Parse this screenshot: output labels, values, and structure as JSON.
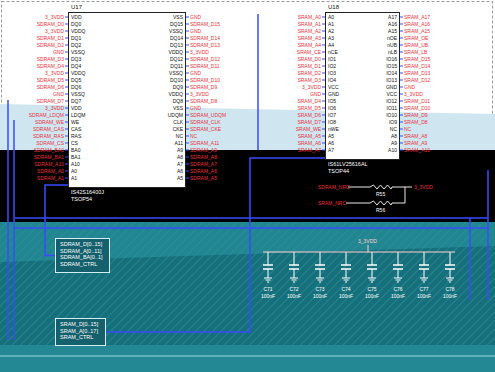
{
  "diagram": {
    "nodes": [
      {
        "text": [
          "U17",
          "IS42S16400J",
          "TSOP54"
        ]
      },
      {
        "text": [
          "U18",
          "IS61LV25616AL",
          "TSOP44"
        ]
      },
      {
        "text": [
          "SDRAM_D[0..15]",
          "SDRAM_A[0..11]",
          "SDRAM_BA[0..1]",
          "SDRAM_CTRL"
        ]
      },
      {
        "text": [
          "SRAM_D[0..15]",
          "SRAM_A[0..17]",
          "SRAM_CTRL"
        ]
      }
    ],
    "edges": [
      {
        "from": 0,
        "to": 2,
        "arrow": "none"
      },
      {
        "from": 1,
        "to": 3,
        "arrow": "none"
      }
    ],
    "labels": [
      "3_3VDD",
      "SDRAM_D0",
      "3_3VDD",
      "SDRAM_D1",
      "SDRAM_D2",
      "GND",
      "SDRAM_D3",
      "SDRAM_D4",
      "3_3VDD",
      "SDRAM_D5",
      "SDRAM_D6",
      "GND",
      "SDRAM_D7",
      "3_3VDD",
      "SDRAM_LDQM",
      "SDRAM_WE",
      "SDRAM_CAS",
      "SDRAM_RAS",
      "SDRAM_CS",
      "SDRAM_BA0",
      "SDRAM_BA1",
      "SDRAM_A10",
      "SDRAM_A0",
      "SDRAM_A1",
      "VDD",
      "DQ0",
      "VDDQ",
      "DQ1",
      "DQ2",
      "VSSQ",
      "DQ3",
      "DQ4",
      "VDDQ",
      "DQ5",
      "DQ6",
      "VSSQ",
      "DQ7",
      "VDD",
      "LDQM",
      "WE",
      "CAS",
      "RAS",
      "CS",
      "BA0",
      "BA1",
      "A10",
      "A0",
      "A1",
      "VSS",
      "DQ15",
      "VSSQ",
      "DQ14",
      "DQ13",
      "VDDQ",
      "DQ12",
      "DQ11",
      "VSSQ",
      "DQ10",
      "DQ9",
      "VDDQ",
      "DQ8",
      "VSS",
      "UDQM",
      "CLK",
      "CKE",
      "NC",
      "A11",
      "A9",
      "A8",
      "A7",
      "A6",
      "A5",
      "GND",
      "SDRAM_D15",
      "GND",
      "SDRAM_D14",
      "SDRAM_D13",
      "3_3VDD",
      "SDRAM_D12",
      "SDRAM_D11",
      "GND",
      "SDRAM_D10",
      "SDRAM_D9",
      "3_3VDD",
      "SDRAM_D8",
      "GND",
      "SDRAM_UDQM",
      "SDRAM_CLK",
      "SDRAM_CKE",
      "NC",
      "SDRAM_A11",
      "SDRAM_A9",
      "SDRAM_A8",
      "SDRAM_A7",
      "SDRAM_A6",
      "SDRAM_A5",
      "SRAM_A0",
      "SRAM_A1",
      "SRAM_A2",
      "SRAM_A3",
      "SRAM_A4",
      "SRAM_CE",
      "SRAM_D0",
      "SRAM_D1",
      "SRAM_D2",
      "SRAM_D3",
      "3_3VDD",
      "GND",
      "SRAM_D4",
      "SRAM_D5",
      "SRAM_D6",
      "SRAM_D7",
      "SRAM_WE",
      "SRAM_A5",
      "SRAM_A6",
      "SRAM_A7",
      "A0",
      "A1",
      "A2",
      "A3",
      "A4",
      "nCE",
      "IO1",
      "IO2",
      "IO3",
      "IO4",
      "VCC",
      "GND",
      "IO5",
      "IO6",
      "IO7",
      "IO8",
      "nWE",
      "A5",
      "A6",
      "A7",
      "A17",
      "A16",
      "A15",
      "nOE",
      "nUB",
      "nLB",
      "IO16",
      "IO15",
      "IO14",
      "IO13",
      "GND",
      "VCC",
      "IO12",
      "IO11",
      "IO10",
      "IO9",
      "NC",
      "A8",
      "A9",
      "A10",
      "SRAM_A17",
      "SRAM_A16",
      "SRAM_A15",
      "SRAM_OE",
      "SRAM_UB",
      "SRAM_LB",
      "SRAM_D15",
      "SRAM_D14",
      "SRAM_D13",
      "SRAM_D12",
      "GND",
      "3_3VDD",
      "SRAM_D11",
      "SRAM_D10",
      "SRAM_D9",
      "SRAM_D8",
      "NC",
      "SRAM_A8",
      "SRAM_A9",
      "SRAM_A10",
      "SDRAM_NRC",
      "R55",
      "3_3VDD",
      "SRAM_NRC",
      "R56",
      "3_3VDD",
      "C71",
      "C72",
      "C73",
      "C74",
      "C75",
      "C76",
      "C77",
      "C78",
      "100nF",
      "100nF",
      "100nF",
      "100nF",
      "100nF",
      "100nF",
      "100nF",
      "100nF"
    ]
  }
}
